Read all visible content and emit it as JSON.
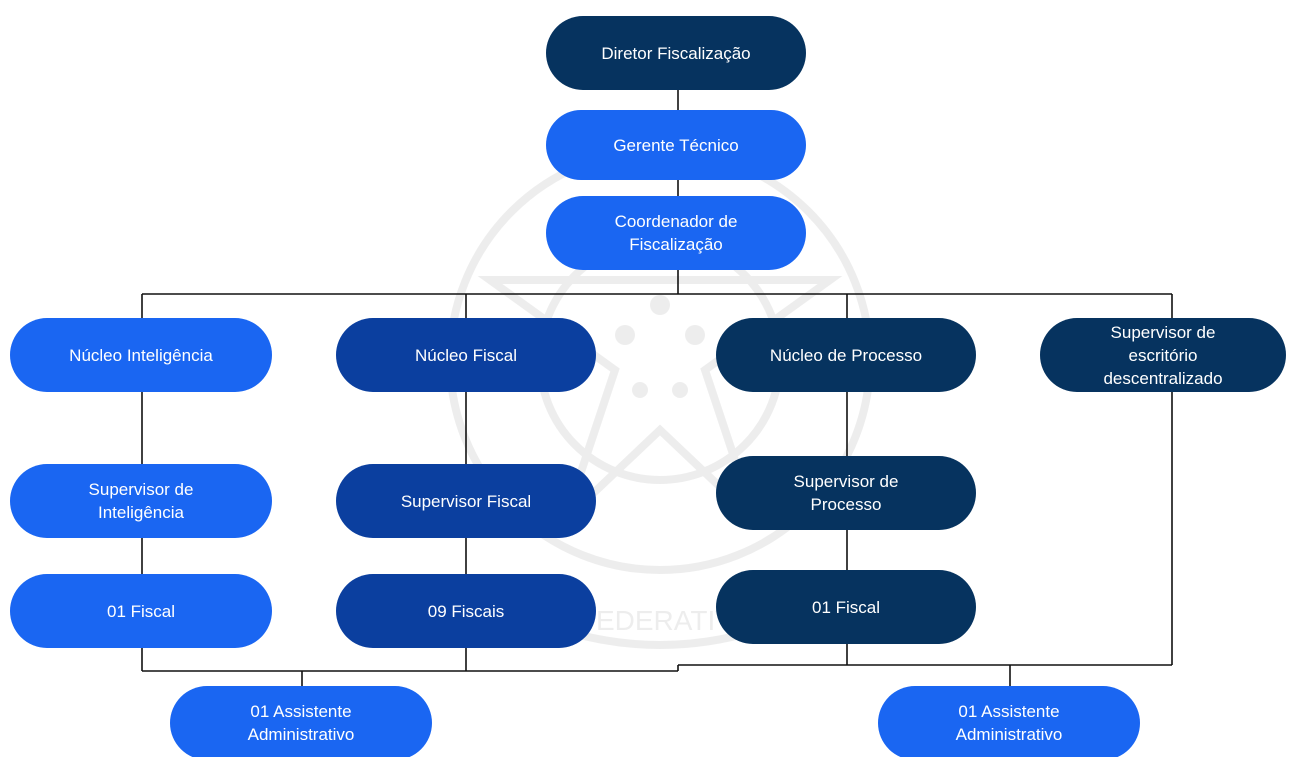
{
  "diagram": {
    "colors": {
      "bright_node": "#1a66f2",
      "mid_node": "#0b3f9f",
      "dark_node": "#06335f",
      "connector": "#111111"
    },
    "nodes": {
      "diretor": "Diretor Fiscalização",
      "gerente": "Gerente Técnico",
      "coordenador": "Coordenador de\nFiscalização",
      "nucleo_inteligencia": "Núcleo Inteligência",
      "nucleo_fiscal": "Núcleo Fiscal",
      "nucleo_processo": "Núcleo de Processo",
      "supervisor_escritorio": "Supervisor de\nescritório\ndescentralizado",
      "supervisor_inteligencia": "Supervisor de\nInteligência",
      "supervisor_fiscal": "Supervisor Fiscal",
      "supervisor_processo": "Supervisor de\nProcesso",
      "fiscal_inteligencia": "01 Fiscal",
      "fiscais_nucleo": "09 Fiscais",
      "fiscal_processo": "01 Fiscal",
      "assistente_left": "01 Assistente\nAdministrativo",
      "assistente_right": "01 Assistente\nAdministrativo"
    },
    "watermark": {
      "text": "REPUBLICA FEDERATIVA DO BRASIL"
    }
  }
}
